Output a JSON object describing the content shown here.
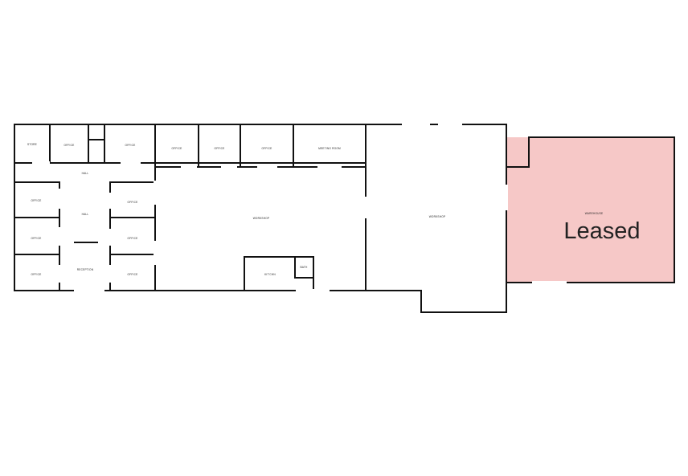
{
  "plan": {
    "rooms": {
      "store": "STORE",
      "office_top_1": "OFFICE",
      "office_top_2": "OFFICE",
      "office_top_3": "OFFICE",
      "office_top_4": "OFFICE",
      "office_top_5": "OFFICE",
      "meeting_room": "MEETING ROOM",
      "hall_top": "HALL",
      "hall_middle": "HALL",
      "office_left_1": "OFFICE",
      "office_left_2": "OFFICE",
      "office_left_3": "OFFICE",
      "office_mid_1": "OFFICE",
      "office_mid_2": "OFFICE",
      "office_mid_3": "OFFICE",
      "reception": "RECEPTION",
      "workshop_center": "WORKSHOP",
      "workshop_east": "WORKSHOP",
      "kitchen": "KIT'CHN",
      "bath": "BATH",
      "warehouse": "WAREHOUSE"
    },
    "leased_label": "Leased",
    "leased_fill": "#f6c8c7",
    "leased_text_color": "#d9423a",
    "wall_color": "#111111"
  }
}
